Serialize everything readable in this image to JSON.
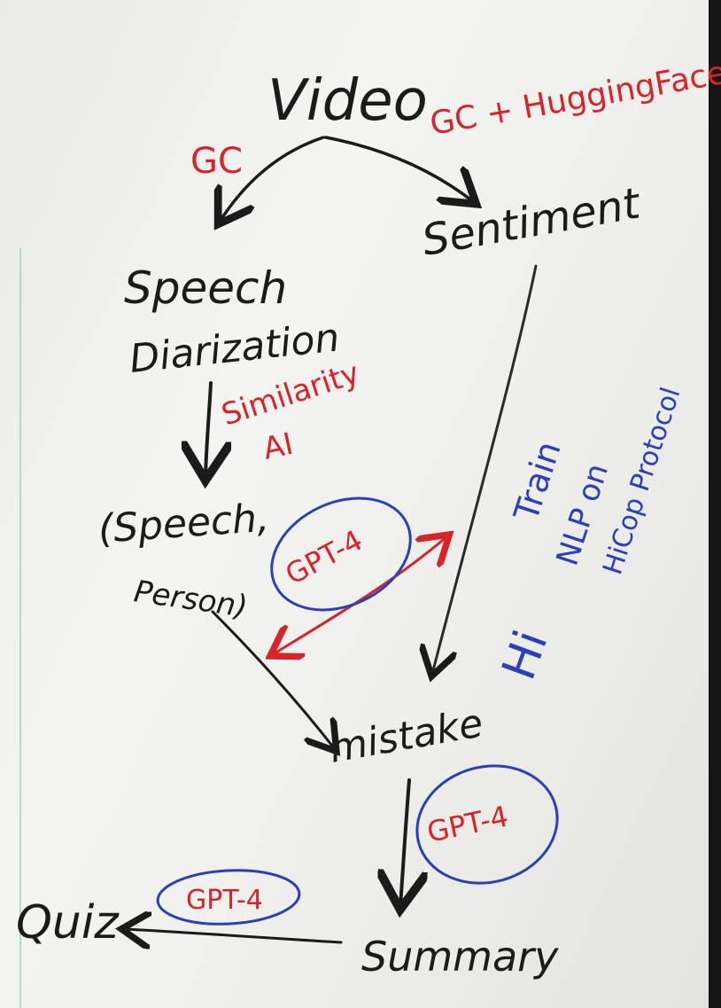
{
  "nodes": {
    "video": "Video",
    "speech_diarization_line1": "Speech",
    "speech_diarization_line2": "Diarization",
    "sentiment": "Sentiment",
    "speech_person_line1": "(Speech,",
    "speech_person_line2": "Person)",
    "mistake": "mistake",
    "summary": "Summary",
    "quiz": "Quiz"
  },
  "annotations": {
    "gc": "GC",
    "gc_huggingface": "GC + HuggingFace",
    "similarity_ai_line1": "Similarity",
    "similarity_ai_line2": "AI",
    "gpt4_middle": "GPT-4",
    "gpt4_right": "GPT-4",
    "gpt4_bottom": "GPT-4",
    "train_line1": "Train",
    "train_line2": "NLP on",
    "train_line3": "HiCop Protocol",
    "hicop": "Hi"
  },
  "colors": {
    "black_ink": "#1b1b1b",
    "red_ink": "#d8232a",
    "blue_ink": "#2b3fb8",
    "board": "#f0f0ee"
  }
}
